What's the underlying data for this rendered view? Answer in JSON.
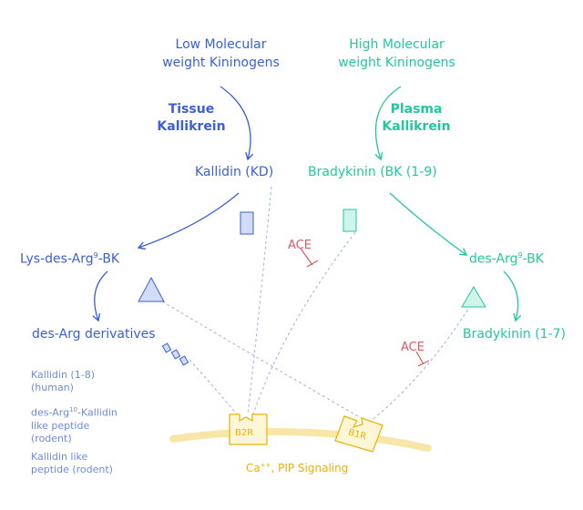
{
  "sources": {
    "low_mw": [
      "Low Molecular",
      "weight Kininogens"
    ],
    "high_mw": [
      "High Molecular",
      "weight Kininogens"
    ]
  },
  "enzymes": {
    "tissue": [
      "Tissue",
      "Kallikrein"
    ],
    "plasma": [
      "Plasma",
      "Kallikrein"
    ],
    "ace_left": "ACE",
    "ace_right": "ACE"
  },
  "nodes": {
    "kallidin": "Kallidin (KD)",
    "bradykinin": "Bradykinin (BK (1-9)",
    "lys_des_arg_prefix": "Lys-des-Arg",
    "lys_des_arg_sup": "9",
    "lys_des_arg_suffix": "-BK",
    "des_arg_bk_prefix": "des-Arg",
    "des_arg_bk_sup": "9",
    "des_arg_bk_suffix": "-BK",
    "des_arg_derivatives": "des-Arg derivatives",
    "bradykinin_1_7": "Bradykinin (1-7)"
  },
  "derivatives_list": {
    "item1": [
      "Kallidin (1-8)",
      "(human)"
    ],
    "item2_prefix": "des-Arg",
    "item2_sup": "10",
    "item2_suffix": "-Kallidin",
    "item2_rest": [
      "like peptide",
      "(rodent)"
    ],
    "item3": [
      "Kallidin like",
      "peptide (rodent)"
    ]
  },
  "receptors": {
    "b2r": "B2R",
    "b1r": "B1R"
  },
  "signaling": {
    "prefix": "Ca",
    "sup": "++",
    "suffix": ", PIP Signaling"
  },
  "colors": {
    "blue": "#3a5fd6",
    "teal": "#22c7a0",
    "red": "#e0585e",
    "receptor": "#e9b200",
    "membrane": "#f8e6a8"
  }
}
